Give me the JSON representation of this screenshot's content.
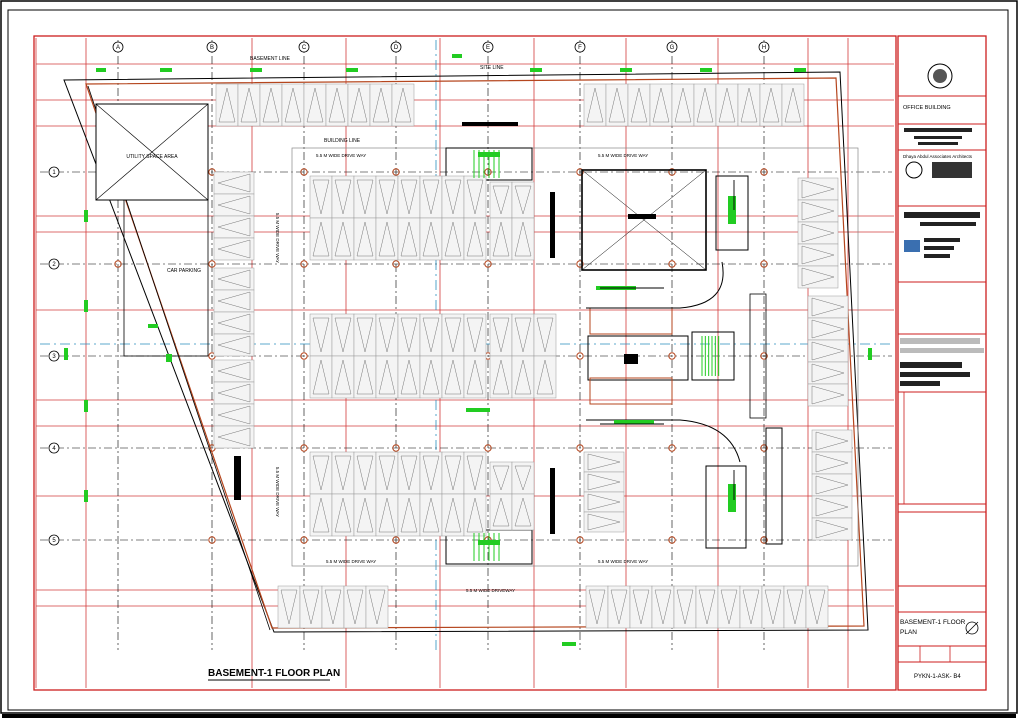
{
  "sheet": {
    "plan_title": "BASEMENT-1 FLOOR PLAN",
    "drawing_number": "PYKN-1-ASK- B4"
  },
  "grid_columns": [
    "A",
    "B",
    "C",
    "D",
    "E",
    "F",
    "G",
    "H"
  ],
  "grid_rows": [
    "1",
    "2",
    "3",
    "4",
    "5"
  ],
  "labels": {
    "basement_line": "BASEMENT LINE",
    "site_line": "SITE LINE",
    "building_line": "BUILDING LINE",
    "utility": "UTILITY SPACE AREA",
    "car_parking": "CAR PARKING",
    "drive_top_left": "5.5 M WIDE DRIVE WAY",
    "drive_top_right": "5.5 M WIDE DRIVE WAY",
    "drive_bottom_left": "5.5 M WIDE DRIVE WAY",
    "drive_bottom_right": "5.5 M WIDE DRIVE WAY",
    "drive_vert_left": "5.5 M WIDE DRIVE WAY",
    "drive_vert_mid": "5.5 M WIDE DRIVE WAY",
    "ramp_label": "5.5 M WIDE DRIVEWAY"
  },
  "title_block": {
    "project": "OFFICE BUILDING",
    "architect": "Dhaya Abdul Associates Architects",
    "sheet_title_line1": "BASEMENT-1 FLOOR",
    "sheet_title_line2": "PLAN"
  },
  "colors": {
    "border": "#000000",
    "frame": "#cc1e1e",
    "grid": "#d23b3b",
    "axis": "#000000",
    "highlight": "#22cc22",
    "centerline": "#2a8fbf"
  }
}
